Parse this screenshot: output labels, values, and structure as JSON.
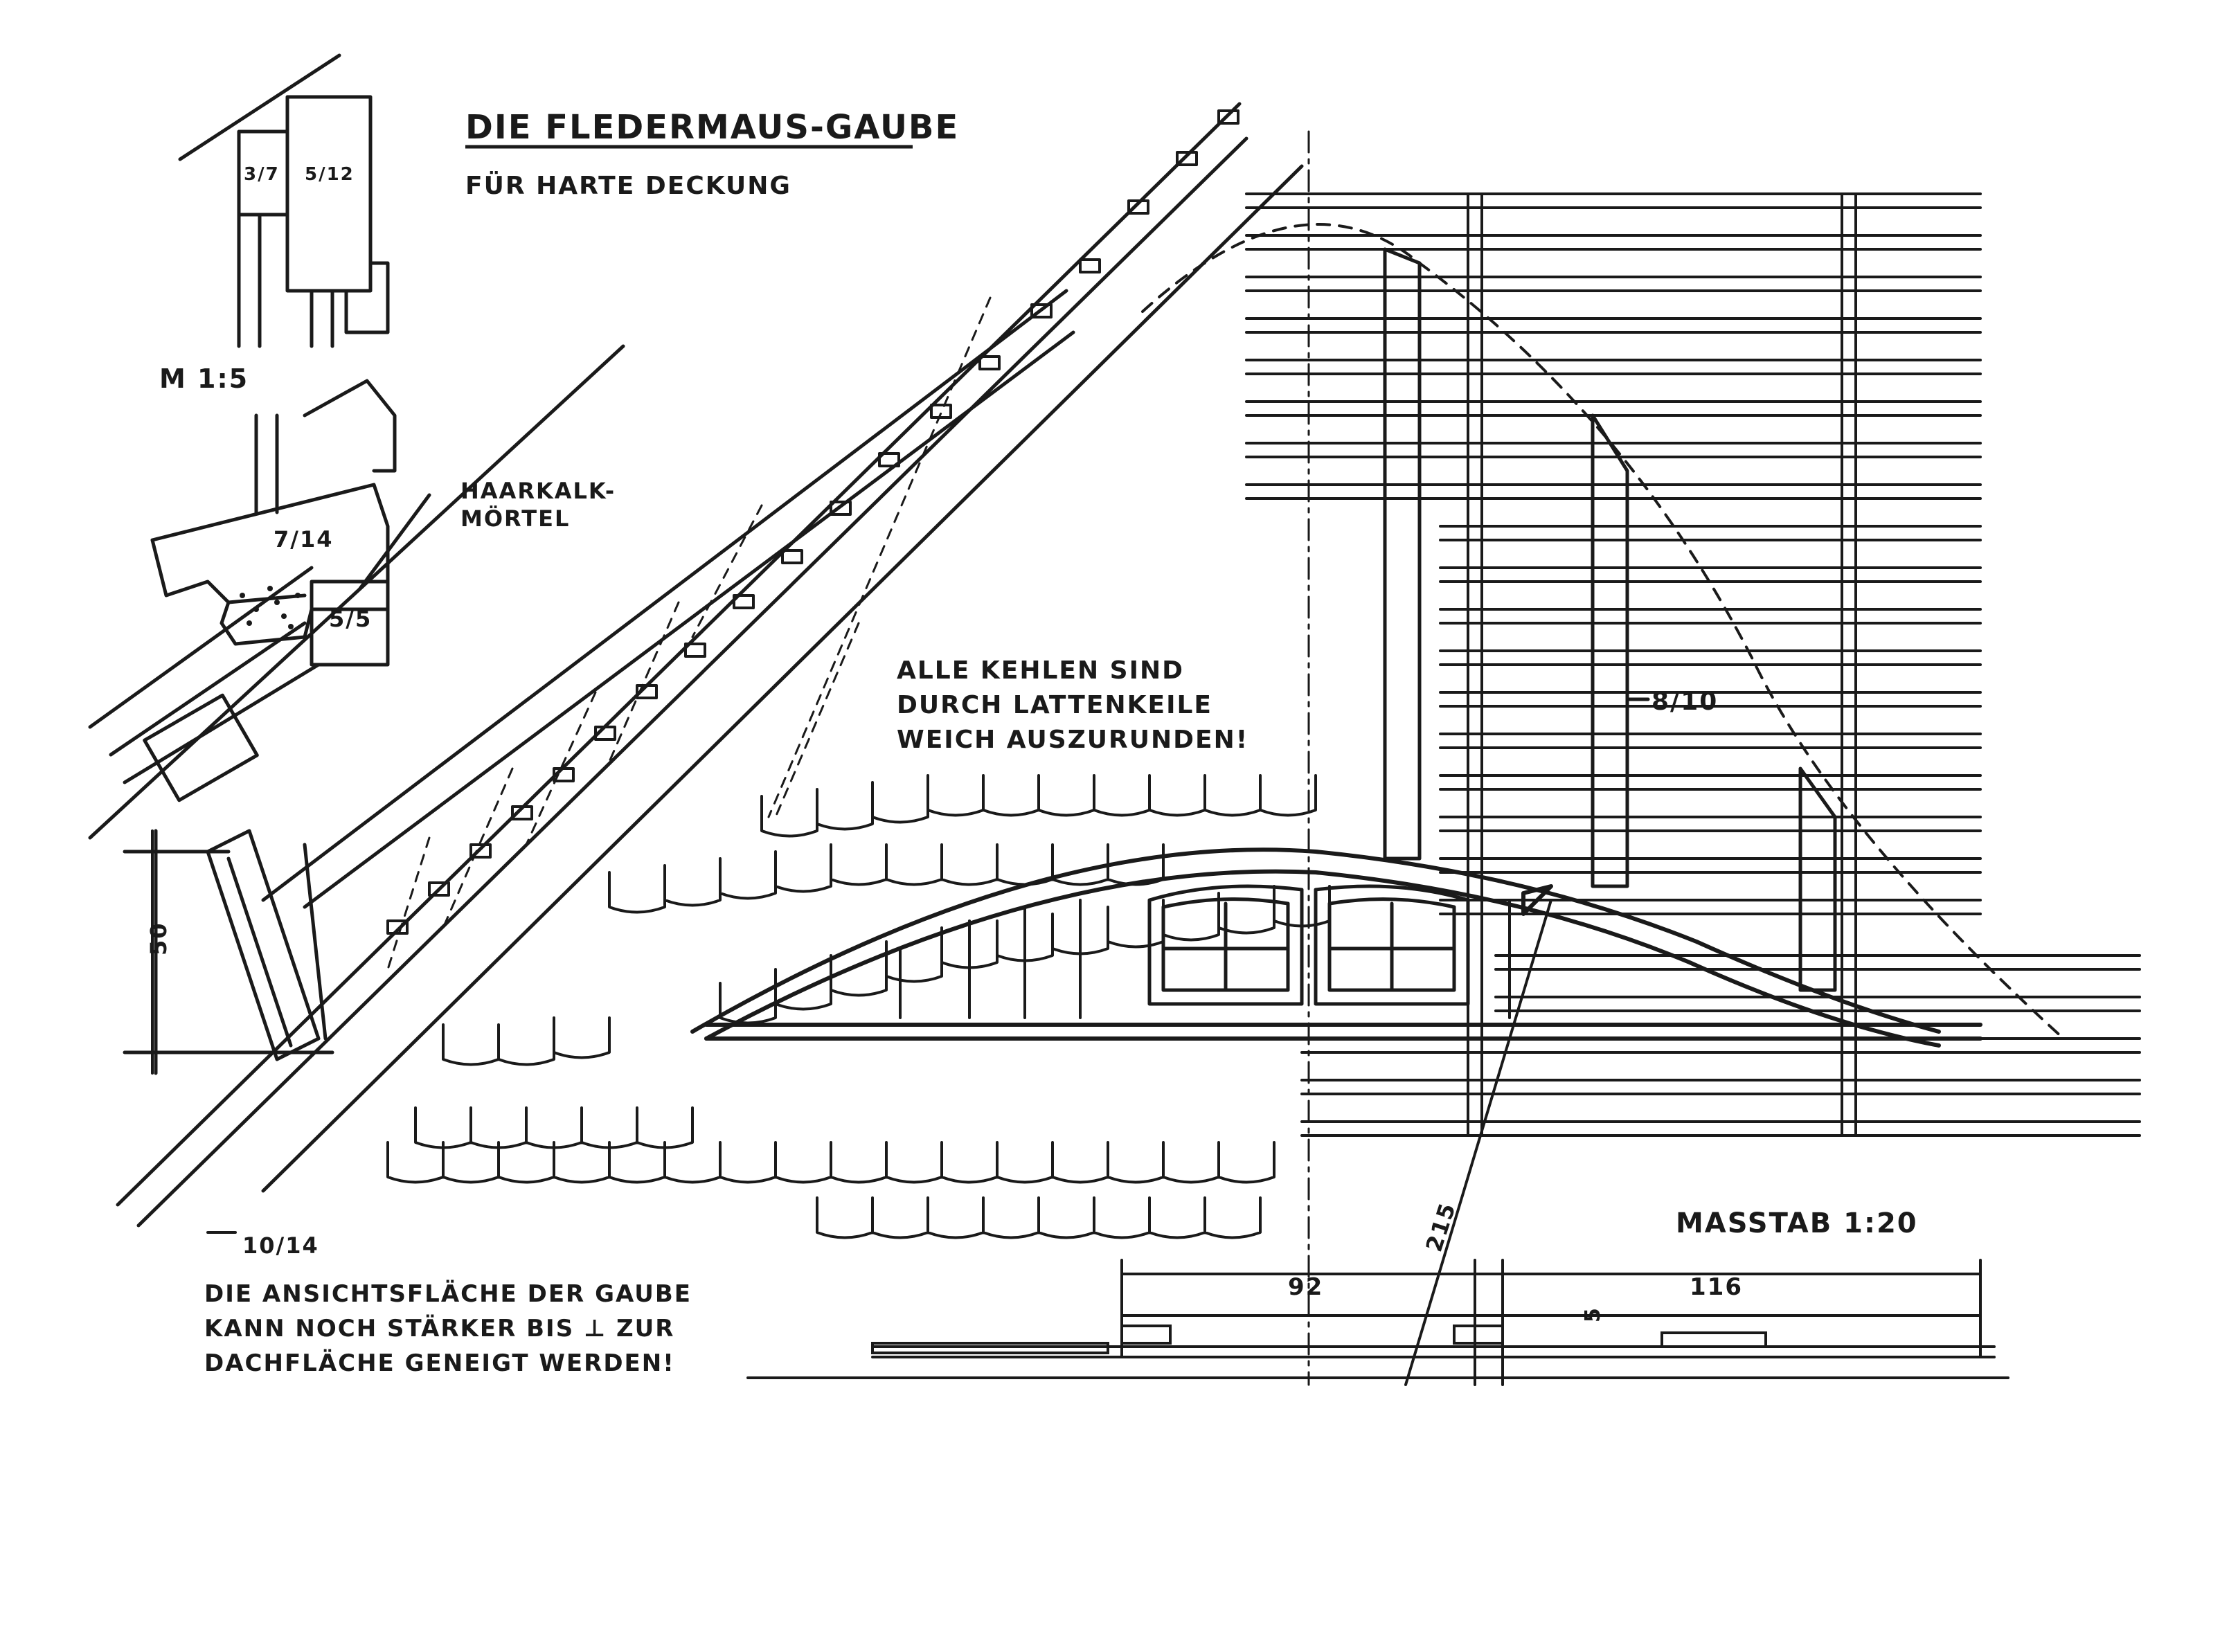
{
  "title": "DIE FLEDERMAUS-GAUBE",
  "subtitle": "FÜR HARTE DECKUNG",
  "detail_scale": "M 1:5",
  "detail_labels": {
    "batten_upper": "3/7",
    "batten_upper_2": "5/12",
    "rafter": "7/14",
    "lath": "5/5",
    "mortar_line1": "HAARKALK-",
    "mortar_line2": "MÖRTEL"
  },
  "notes": {
    "kehlen_line1": "ALLE KEHLEN SIND",
    "kehlen_line2": "DURCH LATTENKEILE",
    "kehlen_line3": "WEICH AUSZURUNDEN!",
    "ansicht_line1": "DIE ANSICHTSFLÄCHE DER GAUBE",
    "ansicht_line2": "KANN NOCH STÄRKER BIS ⊥ ZUR",
    "ansicht_line3": "DACHFLÄCHE GENEIGT WERDEN!"
  },
  "dimensions": {
    "height_50": "50",
    "section_10_14": "10/14",
    "post_8_10": "8/10",
    "diag_215": "215",
    "width_92": "92",
    "width_116": "116",
    "thick_5": "5"
  },
  "main_scale": "MASSTAB 1:20",
  "colors": {
    "ink": "#1a1a1a",
    "paper": "#ffffff"
  }
}
